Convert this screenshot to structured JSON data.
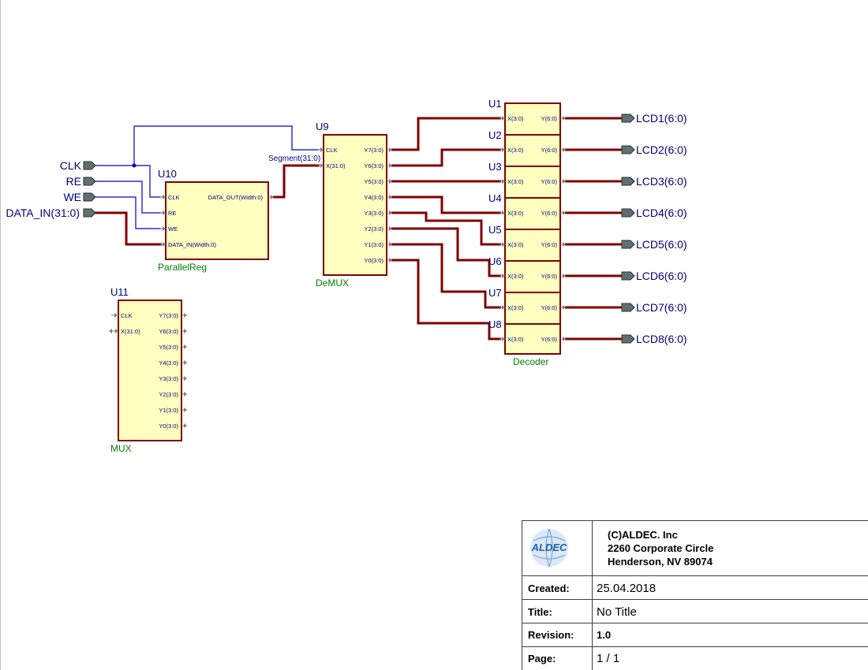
{
  "ports": {
    "inputs": [
      "CLK",
      "RE",
      "WE",
      "DATA_IN(31:0)"
    ],
    "outputs": [
      "LCD1(6:0)",
      "LCD2(6:0)",
      "LCD3(6:0)",
      "LCD4(6:0)",
      "LCD5(6:0)",
      "LCD6(6:0)",
      "LCD7(6:0)",
      "LCD8(6:0)"
    ]
  },
  "nets": {
    "segment": "Segment(31:0)"
  },
  "u10": {
    "instance": "U10",
    "type": "ParallelReg",
    "pins_in": [
      "CLK",
      "RE",
      "WE",
      "DATA_IN(Width:0)"
    ],
    "pin_out": "DATA_OUT(Width:0)"
  },
  "u9": {
    "instance": "U9",
    "type": "DeMUX",
    "pins_in": [
      "CLK",
      "X(31:0)"
    ],
    "pins_out": [
      "Y7(3:0)",
      "Y6(3:0)",
      "Y5(3:0)",
      "Y4(3:0)",
      "Y3(3:0)",
      "Y2(3:0)",
      "Y1(3:0)",
      "Y0(3:0)"
    ]
  },
  "u11": {
    "instance": "U11",
    "type": "MUX",
    "pins_in": [
      "CLK",
      "X(31:0)"
    ],
    "pins_out": [
      "Y7(3:0)",
      "Y6(3:0)",
      "Y5(3:0)",
      "Y4(3:0)",
      "Y3(3:0)",
      "Y2(3:0)",
      "Y1(3:0)",
      "Y0(3:0)"
    ]
  },
  "decoders": {
    "type": "Decoder",
    "instances": [
      "U1",
      "U2",
      "U3",
      "U4",
      "U5",
      "U6",
      "U7",
      "U8"
    ],
    "pin_in": "X(3:0)",
    "pin_out": "Y(6:0)"
  },
  "title_block": {
    "logo_text": "ALDEC",
    "company": "(C)ALDEC. Inc",
    "address_line1": "2260 Corporate Circle",
    "address_line2": "Henderson, NV 89074",
    "created_label": "Created:",
    "created_value": "25.04.2018",
    "title_label": "Title:",
    "title_value": "No Title",
    "revision_label": "Revision:",
    "revision_value": "1.0",
    "page_label": "Page:",
    "page_value": "1 / 1"
  },
  "colors": {
    "block_fill": "#ffffc0",
    "block_border": "#800000",
    "bus": "#800000",
    "wire": "#0000c8",
    "label_text": "#000080",
    "type_text": "#008000"
  }
}
